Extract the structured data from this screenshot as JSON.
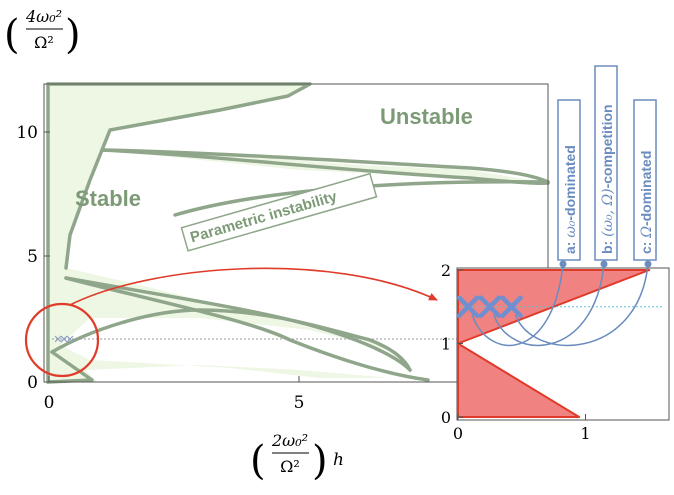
{
  "chart_data": [
    {
      "type": "area",
      "xlabel": {
        "frac_num": "2ω₀²",
        "frac_den": "Ω²",
        "suffix": "h"
      },
      "ylabel": {
        "frac_num": "4ω₀²",
        "frac_den": "Ω²"
      },
      "xlim": [
        0,
        10
      ],
      "ylim": [
        0,
        12
      ],
      "xticks": [
        "0",
        "5"
      ],
      "yticks": [
        "0",
        "5",
        "10"
      ],
      "grid": false,
      "region_labels": {
        "stable": "Stable",
        "unstable": "Unstable",
        "tongue": "Parametric instability"
      },
      "dashed_level_y": 1.6
    },
    {
      "type": "area",
      "xlim": [
        0,
        1.6
      ],
      "ylim": [
        0,
        2
      ],
      "xticks": [
        "0",
        "1"
      ],
      "yticks": [
        "0",
        "1",
        "2"
      ],
      "regions": [
        {
          "x": [
            0,
            1.5,
            1.5,
            0
          ],
          "y": [
            1,
            2,
            2,
            2
          ]
        },
        {
          "x": [
            0,
            0.95,
            0
          ],
          "y": [
            1,
            0,
            0
          ]
        }
      ],
      "dashed_level_y": 1.5,
      "markers": [
        {
          "x": 0.08,
          "y": 1.5
        },
        {
          "x": 0.25,
          "y": 1.5
        },
        {
          "x": 0.42,
          "y": 1.5
        }
      ]
    }
  ],
  "regime_labels": [
    {
      "prefix": "a:",
      "sym": "ω₀",
      "suffix": "-dominated"
    },
    {
      "prefix": "b:",
      "sym": "(ω₀, Ω)",
      "suffix": "-competition"
    },
    {
      "prefix": "c:",
      "sym": "Ω",
      "suffix": "-dominated"
    }
  ],
  "colors": {
    "stable_fill": "#eef6e4",
    "boundary": "#8fa68a",
    "label_green": "#7c9a76",
    "inset_fill": "#f08282",
    "red_line": "#e03b2a",
    "blue": "#6a8cbf",
    "dashed_cyan": "#5ec3d8"
  }
}
